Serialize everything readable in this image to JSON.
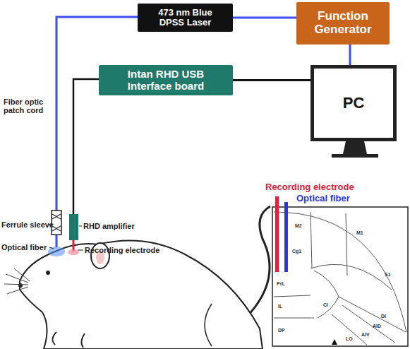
{
  "diagram": {
    "nodes": [
      {
        "text": [
          "473 nm Blue DPSS Laser"
        ]
      },
      {
        "text": [
          "Function Generator"
        ]
      },
      {
        "text": [
          "Intan RHD USB Interface board"
        ]
      },
      {
        "text": [
          "PC"
        ]
      }
    ],
    "edges": [
      {
        "from": 1,
        "to": 0,
        "arrow": "none"
      },
      {
        "from": 1,
        "to": 3,
        "arrow": "none"
      },
      {
        "from": 2,
        "to": 3,
        "arrow": "none"
      }
    ],
    "labels": [
      "Fiber optic patch cord",
      "Ferrule sleeve",
      "Optical fiber",
      "RHD amplifier",
      "Recording electrode",
      "Recording electrode",
      "Optical fiber",
      "M2",
      "M1",
      "S1",
      "Cg1",
      "PrL",
      "IL",
      "DP",
      "Cl",
      "DI",
      "AID",
      "AIV",
      "LO"
    ]
  }
}
